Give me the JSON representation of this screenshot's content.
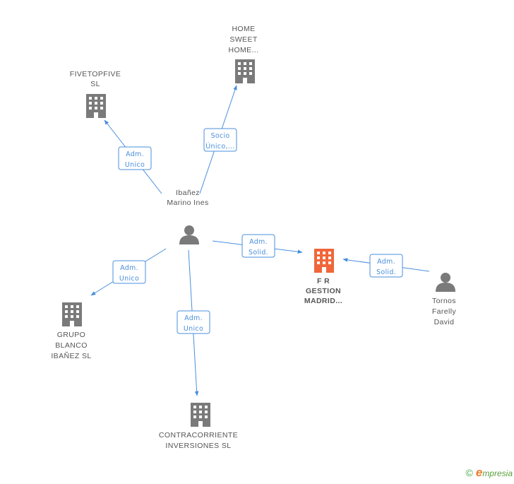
{
  "colors": {
    "edge": "#4a8fdc",
    "icon": "#7a7a7a",
    "focus_icon": "#f0663a",
    "node_text": "#555555"
  },
  "nodes": [
    {
      "id": "ibanez",
      "type": "person",
      "label": [
        "Ibañez",
        "Marino Ines"
      ],
      "focus": false
    },
    {
      "id": "fivetopfive",
      "type": "company",
      "label": [
        "FIVETOPFIVE",
        "SL"
      ],
      "focus": false
    },
    {
      "id": "homesweet",
      "type": "company",
      "label": [
        "HOME",
        "SWEET",
        "HOME..."
      ],
      "focus": false
    },
    {
      "id": "frgestion",
      "type": "company",
      "label": [
        "F R",
        "GESTION",
        "MADRID..."
      ],
      "focus": true
    },
    {
      "id": "tornos",
      "type": "person",
      "label": [
        "Tornos",
        "Farelly",
        "David"
      ],
      "focus": false
    },
    {
      "id": "grupoblanco",
      "type": "company",
      "label": [
        "GRUPO",
        "BLANCO",
        "IBAÑEZ  SL"
      ],
      "focus": false
    },
    {
      "id": "contracorriente",
      "type": "company",
      "label": [
        "CONTRACORRIENTE",
        "INVERSIONES SL"
      ],
      "focus": false
    }
  ],
  "edges": [
    {
      "from": "ibanez",
      "to": "fivetopfive",
      "label": [
        "Adm.",
        "Unico"
      ]
    },
    {
      "from": "ibanez",
      "to": "homesweet",
      "label": [
        "Socio",
        "Único,..."
      ]
    },
    {
      "from": "ibanez",
      "to": "frgestion",
      "label": [
        "Adm.",
        "Solid."
      ]
    },
    {
      "from": "tornos",
      "to": "frgestion",
      "label": [
        "Adm.",
        "Solid."
      ]
    },
    {
      "from": "ibanez",
      "to": "grupoblanco",
      "label": [
        "Adm.",
        "Unico"
      ]
    },
    {
      "from": "ibanez",
      "to": "contracorriente",
      "label": [
        "Adm.",
        "Unico"
      ]
    }
  ],
  "footer": {
    "copyright": "©",
    "brand_first": "e",
    "brand_rest": "mpresia"
  }
}
